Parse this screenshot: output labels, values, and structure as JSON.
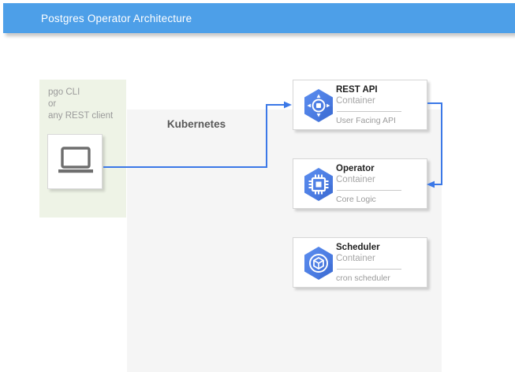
{
  "header": {
    "title": "Postgres Operator Architecture",
    "bar_color": "#4d9fe8"
  },
  "client_zone": {
    "panel_color": "#eef3e6",
    "label_line_1": "pgo CLI",
    "label_line_2": "or",
    "label_line_3": "any REST client",
    "icon": "laptop-icon"
  },
  "kubernetes_zone": {
    "label": "Kubernetes",
    "panel_color": "#f5f5f5"
  },
  "containers": [
    {
      "title": "REST API",
      "subtitle": "Container",
      "description": "User Facing API",
      "icon": "compass-hexagon-icon",
      "icon_color": "#4a7fe8"
    },
    {
      "title": "Operator",
      "subtitle": "Container",
      "description": "Core Logic",
      "icon": "cpu-chip-hexagon-icon",
      "icon_color": "#4a7fe8"
    },
    {
      "title": "Scheduler",
      "subtitle": "Container",
      "description": "cron scheduler",
      "icon": "cube-hexagon-icon",
      "icon_color": "#4a7fe8"
    }
  ],
  "connectors": {
    "arrow_color": "#3b78e7",
    "flows": [
      {
        "from": "laptop-icon",
        "to": "REST API"
      },
      {
        "from": "REST API",
        "to": "Operator"
      }
    ]
  }
}
